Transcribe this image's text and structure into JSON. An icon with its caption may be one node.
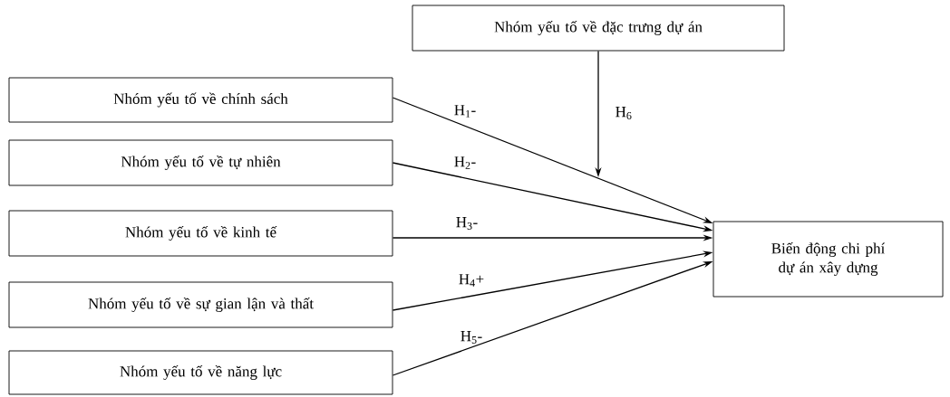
{
  "diagram": {
    "nodes": [
      {
        "text": [
          "Nhóm yếu tố về đặc trưng dự án"
        ]
      },
      {
        "text": [
          "Nhóm yếu tố về chính sách"
        ]
      },
      {
        "text": [
          "Nhóm yếu tố về tự nhiên"
        ]
      },
      {
        "text": [
          "Nhóm yếu tố về kinh tế"
        ]
      },
      {
        "text": [
          "Nhóm yếu tố về sự gian lận và thất"
        ]
      },
      {
        "text": [
          "Nhóm yếu tố về năng lực"
        ]
      },
      {
        "text": [
          "Biến động chi phí dự án xây dựng"
        ]
      }
    ],
    "edges": [
      {
        "from": 1,
        "to": 6,
        "arrow": "to",
        "label": "H$_{1}$-"
      },
      {
        "from": 2,
        "to": 6,
        "arrow": "to",
        "label": "H$_{2}$-"
      },
      {
        "from": 3,
        "to": 6,
        "arrow": "to",
        "label": "H$_{3}$-"
      },
      {
        "from": 4,
        "to": 6,
        "arrow": "to",
        "label": "H$_{4}$+"
      },
      {
        "from": 5,
        "to": 6,
        "arrow": "to",
        "label": "H$_{5}$-"
      },
      {
        "from": 0,
        "to": null,
        "arrow": "to",
        "label": "H$_{6}$"
      }
    ]
  }
}
